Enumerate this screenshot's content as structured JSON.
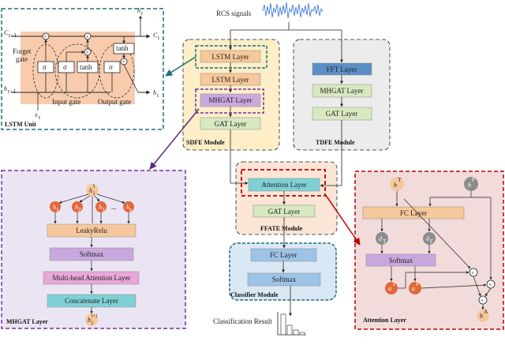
{
  "signal_label": "RCS signals",
  "lstm_unit": {
    "title": "LSTM Unit",
    "forget_gate": "Forget gate",
    "forget_gate_l1": "Forget",
    "forget_gate_l2": "gate",
    "input_gate": "Input gate",
    "output_gate": "Output gate",
    "sigma": "σ",
    "tanh": "tanh",
    "c_prev": "C",
    "c_prev_sub": "t−1",
    "c_next": "C",
    "c_next_sub": "t",
    "h_prev": "h",
    "h_prev_sub": "t−1",
    "h_next": "h",
    "h_next_sub": "t",
    "h_top": "h",
    "h_top_sub": "t",
    "x_in": "x",
    "x_in_sub": "t"
  },
  "sdfe": {
    "title": "SDFE Module",
    "layers": [
      "LSTM Layer",
      "LSTM Layer",
      "MHGAT Layer",
      "GAT Layer"
    ]
  },
  "tdfe": {
    "title": "TDFE Module",
    "layers": [
      "FFT Layer",
      "MHGAT Layer",
      "GAT Layer"
    ]
  },
  "ffate": {
    "title": "FFATE Module",
    "layers": [
      "Attention Layer",
      "GAT Layer"
    ]
  },
  "classifier": {
    "title": "Classifier Module",
    "layers": [
      "FC Layer",
      "Softmax"
    ],
    "result": "Classification Result"
  },
  "mhgat": {
    "title": "MHGAT Layer",
    "input": "h",
    "input_sub": "i",
    "input_sup": "l",
    "nodes": [
      "h",
      "h",
      "h",
      "h"
    ],
    "node_subs": [
      "1",
      "2",
      "3",
      "n"
    ],
    "dots": "...",
    "layers": [
      "LeakyRelu",
      "Softmax",
      "Multi-head Attention Layer",
      "Concatenate Layer"
    ],
    "output": "h",
    "output_sub": "i",
    "output_sup": "l+1"
  },
  "attention": {
    "title": "Attention Layer",
    "h_t": "h",
    "h_t_sup": "T",
    "h_f": "h",
    "h_f_sup": "F",
    "fc": "FC Layer",
    "d_t": "d",
    "d_t_sub": "T",
    "d_f": "d",
    "d_f_sub": "F",
    "softmax": "Softmax",
    "a_t": "a",
    "a_t_sup": "T",
    "a_f": "a",
    "a_f_sup": "F",
    "h_a": "h",
    "h_a_sup": "A",
    "times": "×",
    "plus": "+"
  },
  "colors": {
    "lstm_bg": "#f8cbad",
    "sdfe_bg": "#fdeec8",
    "tdfe_bg": "#ececec",
    "ffate_bg": "#fbe5d6",
    "classifier_bg": "#dae8f5",
    "mhgat_bg": "#ebe5f3",
    "attention_bg": "#f2dcdb",
    "layer_orange": "#f7c89b",
    "layer_green": "#d8e8c0",
    "layer_blue": "#9dc3e6",
    "layer_purple": "#c9a9dd",
    "layer_teal": "#7fd1d6",
    "layer_pink": "#e8a8d8",
    "fft_blue": "#5b8ec4",
    "node_orange": "#e2683a",
    "node_gray": "#8c8c8c",
    "border_teal": "#1f6e7a",
    "border_purple": "#7030a0",
    "border_red": "#c00000"
  }
}
